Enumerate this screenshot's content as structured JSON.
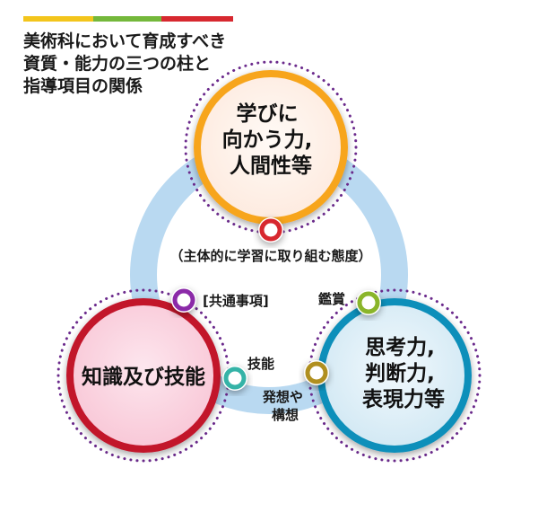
{
  "header": {
    "bar_colors": [
      "#f3c51c",
      "#74b83b",
      "#d7282f"
    ],
    "title_lines": [
      "美術科において育成すべき",
      "資質・能力の三つの柱と",
      "指導項目の関係"
    ]
  },
  "pillars": {
    "top": {
      "lines": [
        "学びに",
        "向かう力,",
        "人間性等"
      ],
      "color": "#f7a51e",
      "fill": "#fde9dd"
    },
    "left": {
      "lines": [
        "知識及び技能"
      ],
      "color": "#c2122c",
      "fill": "#f8c5d5"
    },
    "right": {
      "lines": [
        "思考力,",
        "判断力,",
        "表現力等"
      ],
      "color": "#0f8fba",
      "fill": "#cfe7f3"
    }
  },
  "labels": {
    "top_note": "（主体的に学習に取り組む態度）",
    "common": "[共通事項]",
    "kansho": "鑑賞",
    "gino": "技能",
    "hasso_lines": [
      "発想や",
      "構想"
    ]
  },
  "nodes": {
    "top": "#d7282f",
    "common": "#8b2aa8",
    "kansho": "#8ab52a",
    "gino": "#35b3a7",
    "hasso": "#b08f1f"
  },
  "ring_color": "#b9d9f1",
  "dot_color": "#6b2a8c"
}
